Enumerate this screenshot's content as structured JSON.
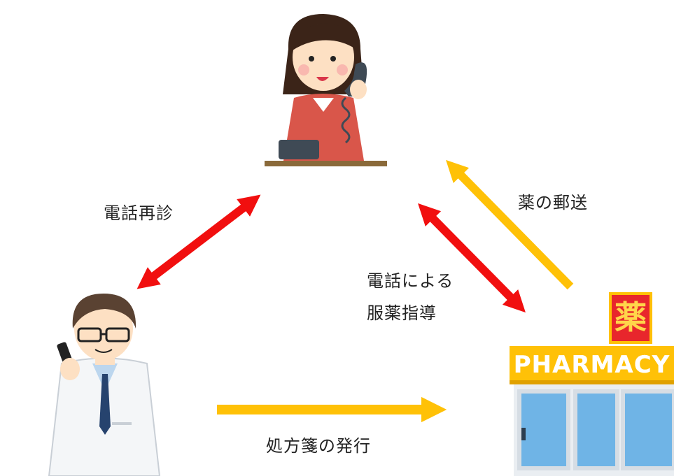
{
  "labels": {
    "phone_consult": "電話再診",
    "phone_guidance_1": "電話による",
    "phone_guidance_2": "服薬指導",
    "mail_medicine": "薬の郵送",
    "prescription": "処方箋の発行"
  },
  "pharmacy": {
    "sign_text": "PHARMACY",
    "kanji": "薬"
  },
  "colors": {
    "red_arrow": "#f10f0f",
    "yellow_arrow": "#ffc107",
    "sign_yellow": "#ffc107",
    "sign_red": "#e8262c"
  },
  "actors": [
    "patient-on-phone",
    "doctor-on-phone",
    "pharmacy-store"
  ]
}
